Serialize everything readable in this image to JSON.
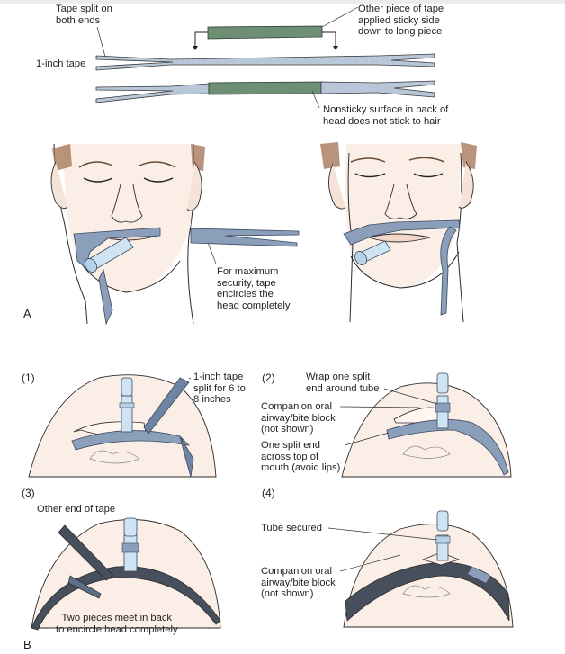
{
  "figure": {
    "panels": [
      {
        "id": "A",
        "letter": "A",
        "labels": {
          "tape_split": [
            "Tape split on",
            "both ends"
          ],
          "one_inch_tape": "1-inch tape",
          "other_piece": [
            "Other piece of tape",
            "applied sticky side",
            "down to long piece"
          ],
          "nonsticky": [
            "Nonsticky surface in back of",
            "head does not stick to hair"
          ],
          "max_security": [
            "For maximum",
            "security, tape",
            "encircles the",
            "head completely"
          ]
        }
      },
      {
        "id": "B",
        "letter": "B",
        "steps": [
          {
            "number": "(1)",
            "labels": {
              "tape_split": [
                "1-inch tape",
                "split for 6 to",
                "8 inches"
              ]
            }
          },
          {
            "number": "(2)",
            "labels": {
              "wrap": [
                "Wrap one split",
                "end around tube"
              ],
              "companion": [
                "Companion oral",
                "airway/bite block",
                "(not shown)"
              ],
              "split_end": [
                "One split end",
                "across top of",
                "mouth (avoid lips)"
              ]
            }
          },
          {
            "number": "(3)",
            "labels": {
              "other_end": "Other end of tape",
              "two_pieces": [
                "Two pieces meet in back",
                "to encircle head completely"
              ]
            }
          },
          {
            "number": "(4)",
            "labels": {
              "tube_secured": "Tube secured",
              "companion": [
                "Companion oral",
                "airway/bite block",
                "(not shown)"
              ]
            }
          }
        ]
      }
    ],
    "colors": {
      "tape_light": "#b8c7d8",
      "tape_dark": "#5e6e84",
      "tape_green": "#6e8f74",
      "skin": "#fbeee6",
      "tube": "#cfe4f2",
      "line": "#2b2b2b"
    }
  }
}
